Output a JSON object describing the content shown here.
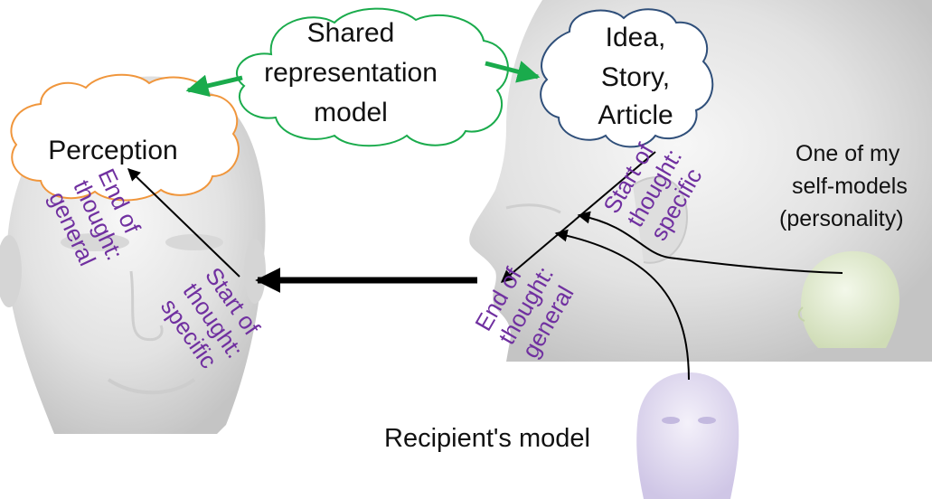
{
  "clouds": {
    "shared": {
      "lines": [
        "Shared",
        "representation",
        "model"
      ],
      "color": "#1aab4c"
    },
    "idea": {
      "lines": [
        "Idea,",
        "Story,",
        "Article"
      ],
      "color": "#2f4f7a"
    },
    "perception": {
      "lines": [
        "Perception"
      ],
      "color": "#f0963c"
    }
  },
  "left_head": {
    "end_label": [
      "End of",
      "thought:",
      "general"
    ],
    "start_label": [
      "Start of",
      "thought:",
      "specific"
    ]
  },
  "right_head": {
    "start_label": [
      "Start of",
      "thought:",
      "specific"
    ],
    "end_label": [
      "End of",
      "thought:",
      "general"
    ]
  },
  "self_model": {
    "lines": [
      "One of my",
      "self-models",
      "(personality)"
    ]
  },
  "recipient": {
    "label": "Recipient's model"
  },
  "colors": {
    "purple_text": "#7030a0",
    "green_arrow": "#1aab4c",
    "arrow": "#000000"
  }
}
